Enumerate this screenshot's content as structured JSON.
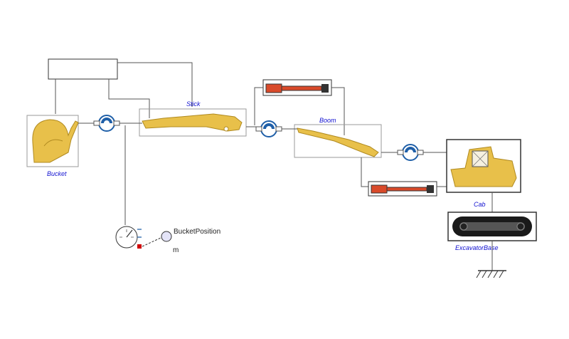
{
  "components": {
    "bucket": "Bucket",
    "stick": "Stick",
    "boom": "Boom",
    "cab": "Cab",
    "excavator_base": "ExcavatorBase"
  },
  "sensor": {
    "output_name": "BucketPosition",
    "unit": "m"
  },
  "colors": {
    "label_blue": "#1010d0",
    "arm_yellow": "#e8c04a",
    "cylinder_red": "#d94a2a",
    "joint_blue": "#1f5fa8"
  }
}
